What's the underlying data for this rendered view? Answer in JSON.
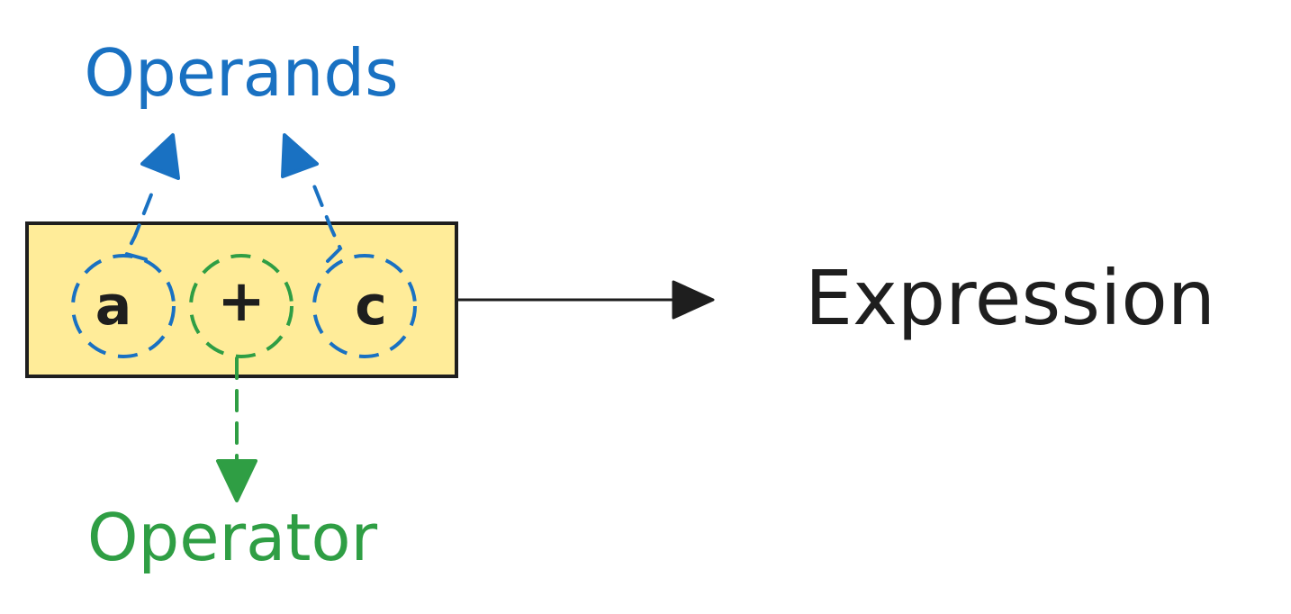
{
  "labels": {
    "operands": "Operands",
    "operator": "Operator",
    "expression": "Expression"
  },
  "tokens": {
    "a": "a",
    "plus": "+",
    "c": "c"
  },
  "colors": {
    "operand": "#1971c2",
    "operator": "#2f9e44",
    "stroke": "#1e1e1e",
    "box_fill": "#ffec99"
  }
}
